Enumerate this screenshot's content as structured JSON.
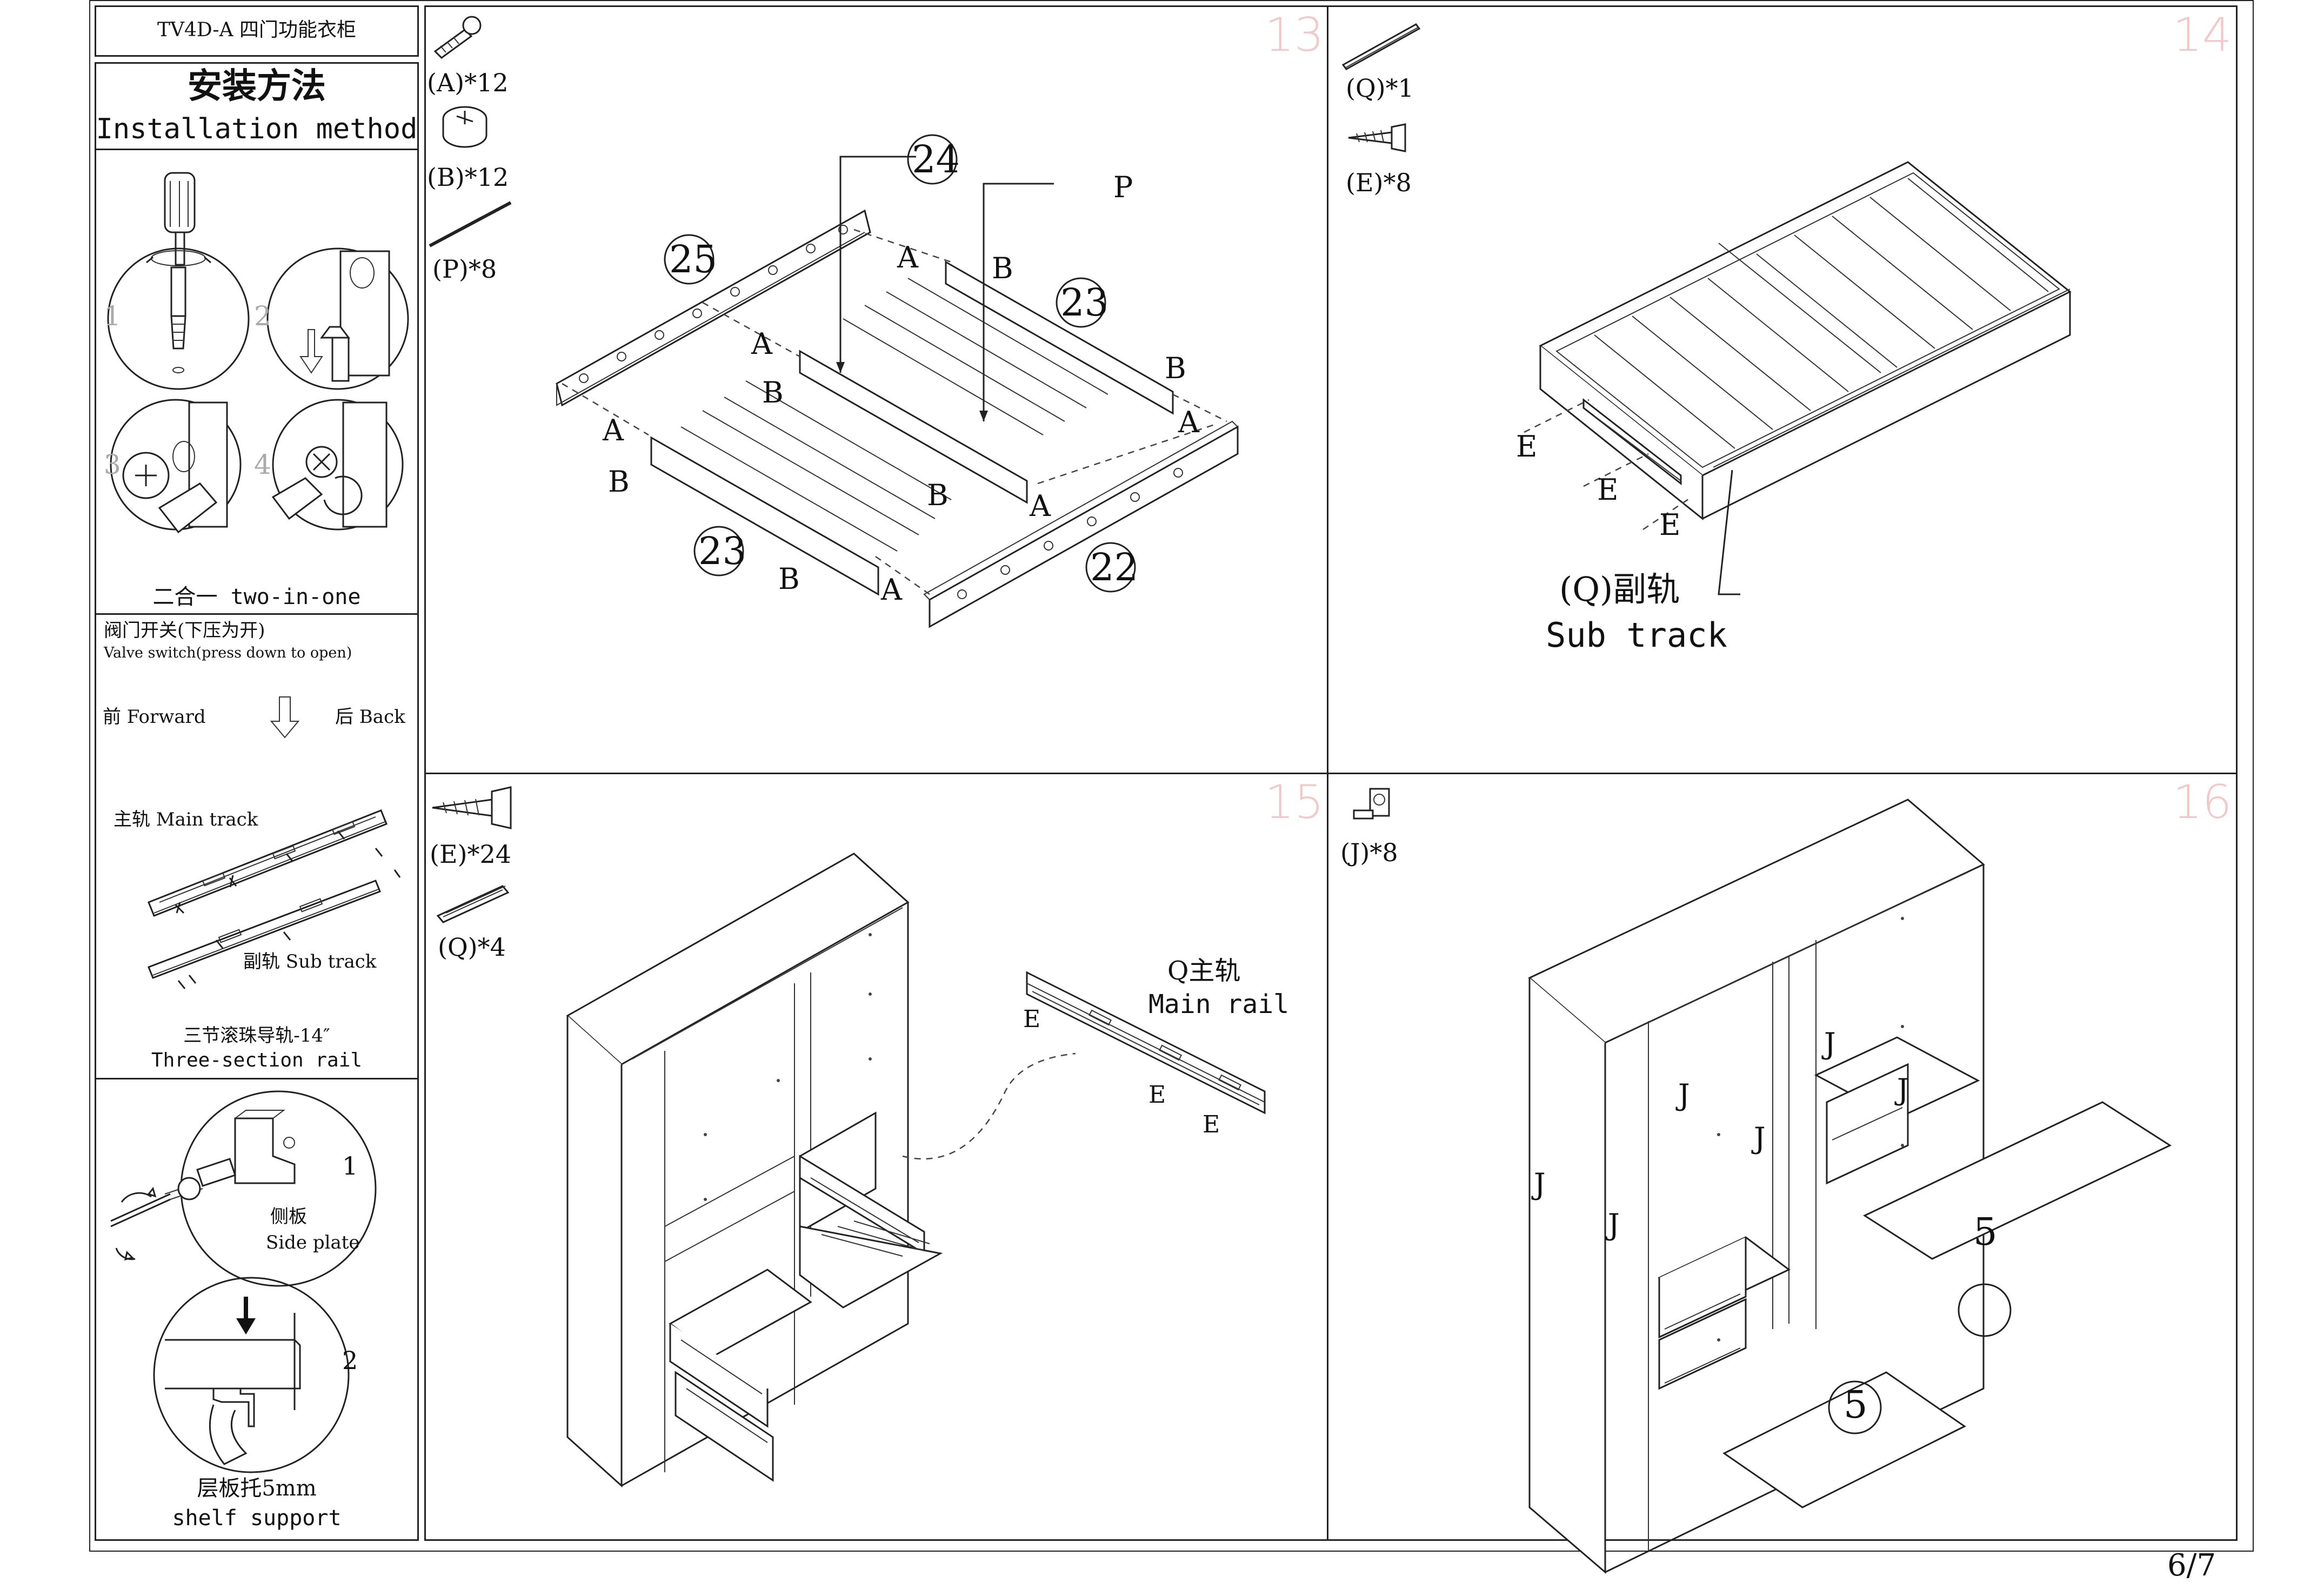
{
  "header": {
    "model": "TV4D-A 四门功能衣柜"
  },
  "sidebar": {
    "title_cn": "安装方法",
    "title_en": "Installation method",
    "two_in_one": "二合一  two-in-one",
    "step_labels": [
      "1",
      "2",
      "3",
      "4"
    ],
    "valve_title_cn": "阀门开关(下压为开)",
    "valve_title_en": "Valve switch(press down to open)",
    "forward": "前 Forward",
    "back": "后 Back",
    "main_track": "主轨 Main track",
    "sub_track": "副轨 Sub track",
    "rail_cn": "三节滚珠导轨-14″",
    "rail_en": "Three-section  rail",
    "side_plate_cn": "侧板",
    "side_plate_en": "Side plate",
    "support_steps": [
      "1",
      "2"
    ],
    "shelf_support_cn": "层板托5mm",
    "shelf_support_en": "shelf support"
  },
  "steps": [
    {
      "number": "13",
      "parts": [
        "(A)*12",
        "(B)*12",
        "(P)*8"
      ],
      "circled": [
        "24",
        "25",
        "23",
        "23",
        "22"
      ],
      "labels": [
        "P",
        "A",
        "B",
        "A",
        "B",
        "A",
        "B",
        "A",
        "B",
        "B",
        "A",
        "B",
        "A"
      ]
    },
    {
      "number": "14",
      "parts": [
        "(Q)*1",
        "(E)*8"
      ],
      "labels": [
        "E",
        "E",
        "E"
      ],
      "callout_cn": "(Q)副轨",
      "callout_en": "Sub track"
    },
    {
      "number": "15",
      "parts": [
        "(E)*24",
        "(Q)*4"
      ],
      "callout_cn": "Q主轨",
      "callout_en": "Main rail",
      "labels": [
        "E",
        "E",
        "E"
      ]
    },
    {
      "number": "16",
      "parts": [
        "(J)*8"
      ],
      "labels": [
        "J",
        "J",
        "J",
        "J",
        "J",
        "J"
      ],
      "circled": [
        "5",
        "5"
      ]
    }
  ],
  "footer": {
    "page": "6/7"
  }
}
